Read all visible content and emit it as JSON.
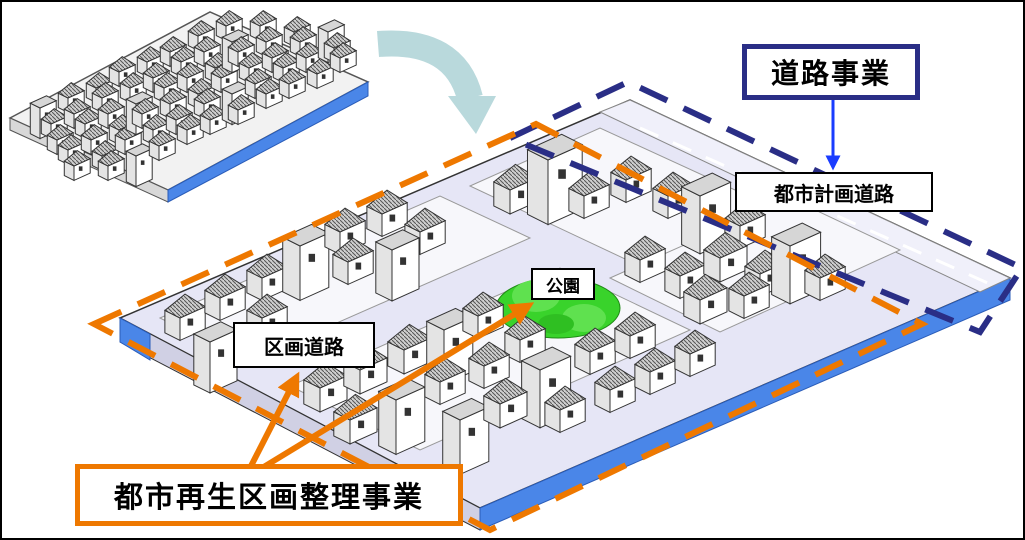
{
  "labels": {
    "road_project": "道路事業",
    "city_planning_road": "都市計画道路",
    "park": "公園",
    "district_road": "区画道路",
    "urban_renewal_project": "都市再生区画整理事業"
  },
  "colors": {
    "road_project_accent": "#2a2e86",
    "renewal_project_accent": "#ee7800",
    "arrow_blue": "#1a3cff",
    "arrow_orange": "#ee7800",
    "transition_arrow": "#b9d9dc",
    "water_edge": "#4a86e8",
    "ground": "#e6e6f6",
    "park_green": "#39d32b"
  },
  "icons": {
    "transition": "curved-arrow-icon"
  }
}
